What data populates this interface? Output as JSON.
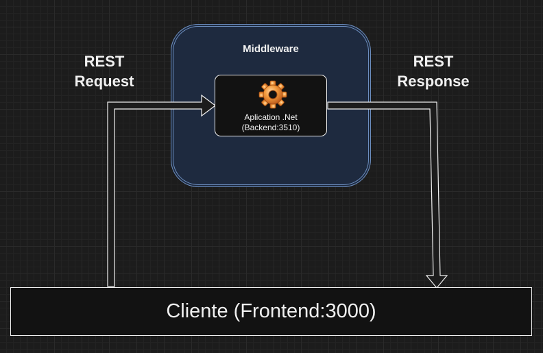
{
  "middleware": {
    "title": "Middleware"
  },
  "application": {
    "name": "Aplication .Net",
    "port": "(Backend:3510)",
    "icon": "gear-icon"
  },
  "request_label": {
    "line1": "REST",
    "line2": "Request"
  },
  "response_label": {
    "line1": "REST",
    "line2": "Response"
  },
  "client": {
    "label": "Cliente (Frontend:3000)"
  },
  "colors": {
    "background": "#1c1c1c",
    "middleware_fill": "#1e2a3f",
    "middleware_stroke": "#6c8ebf",
    "node_fill": "#121212",
    "stroke": "#f0f0f0",
    "gear": "#e8842c"
  }
}
